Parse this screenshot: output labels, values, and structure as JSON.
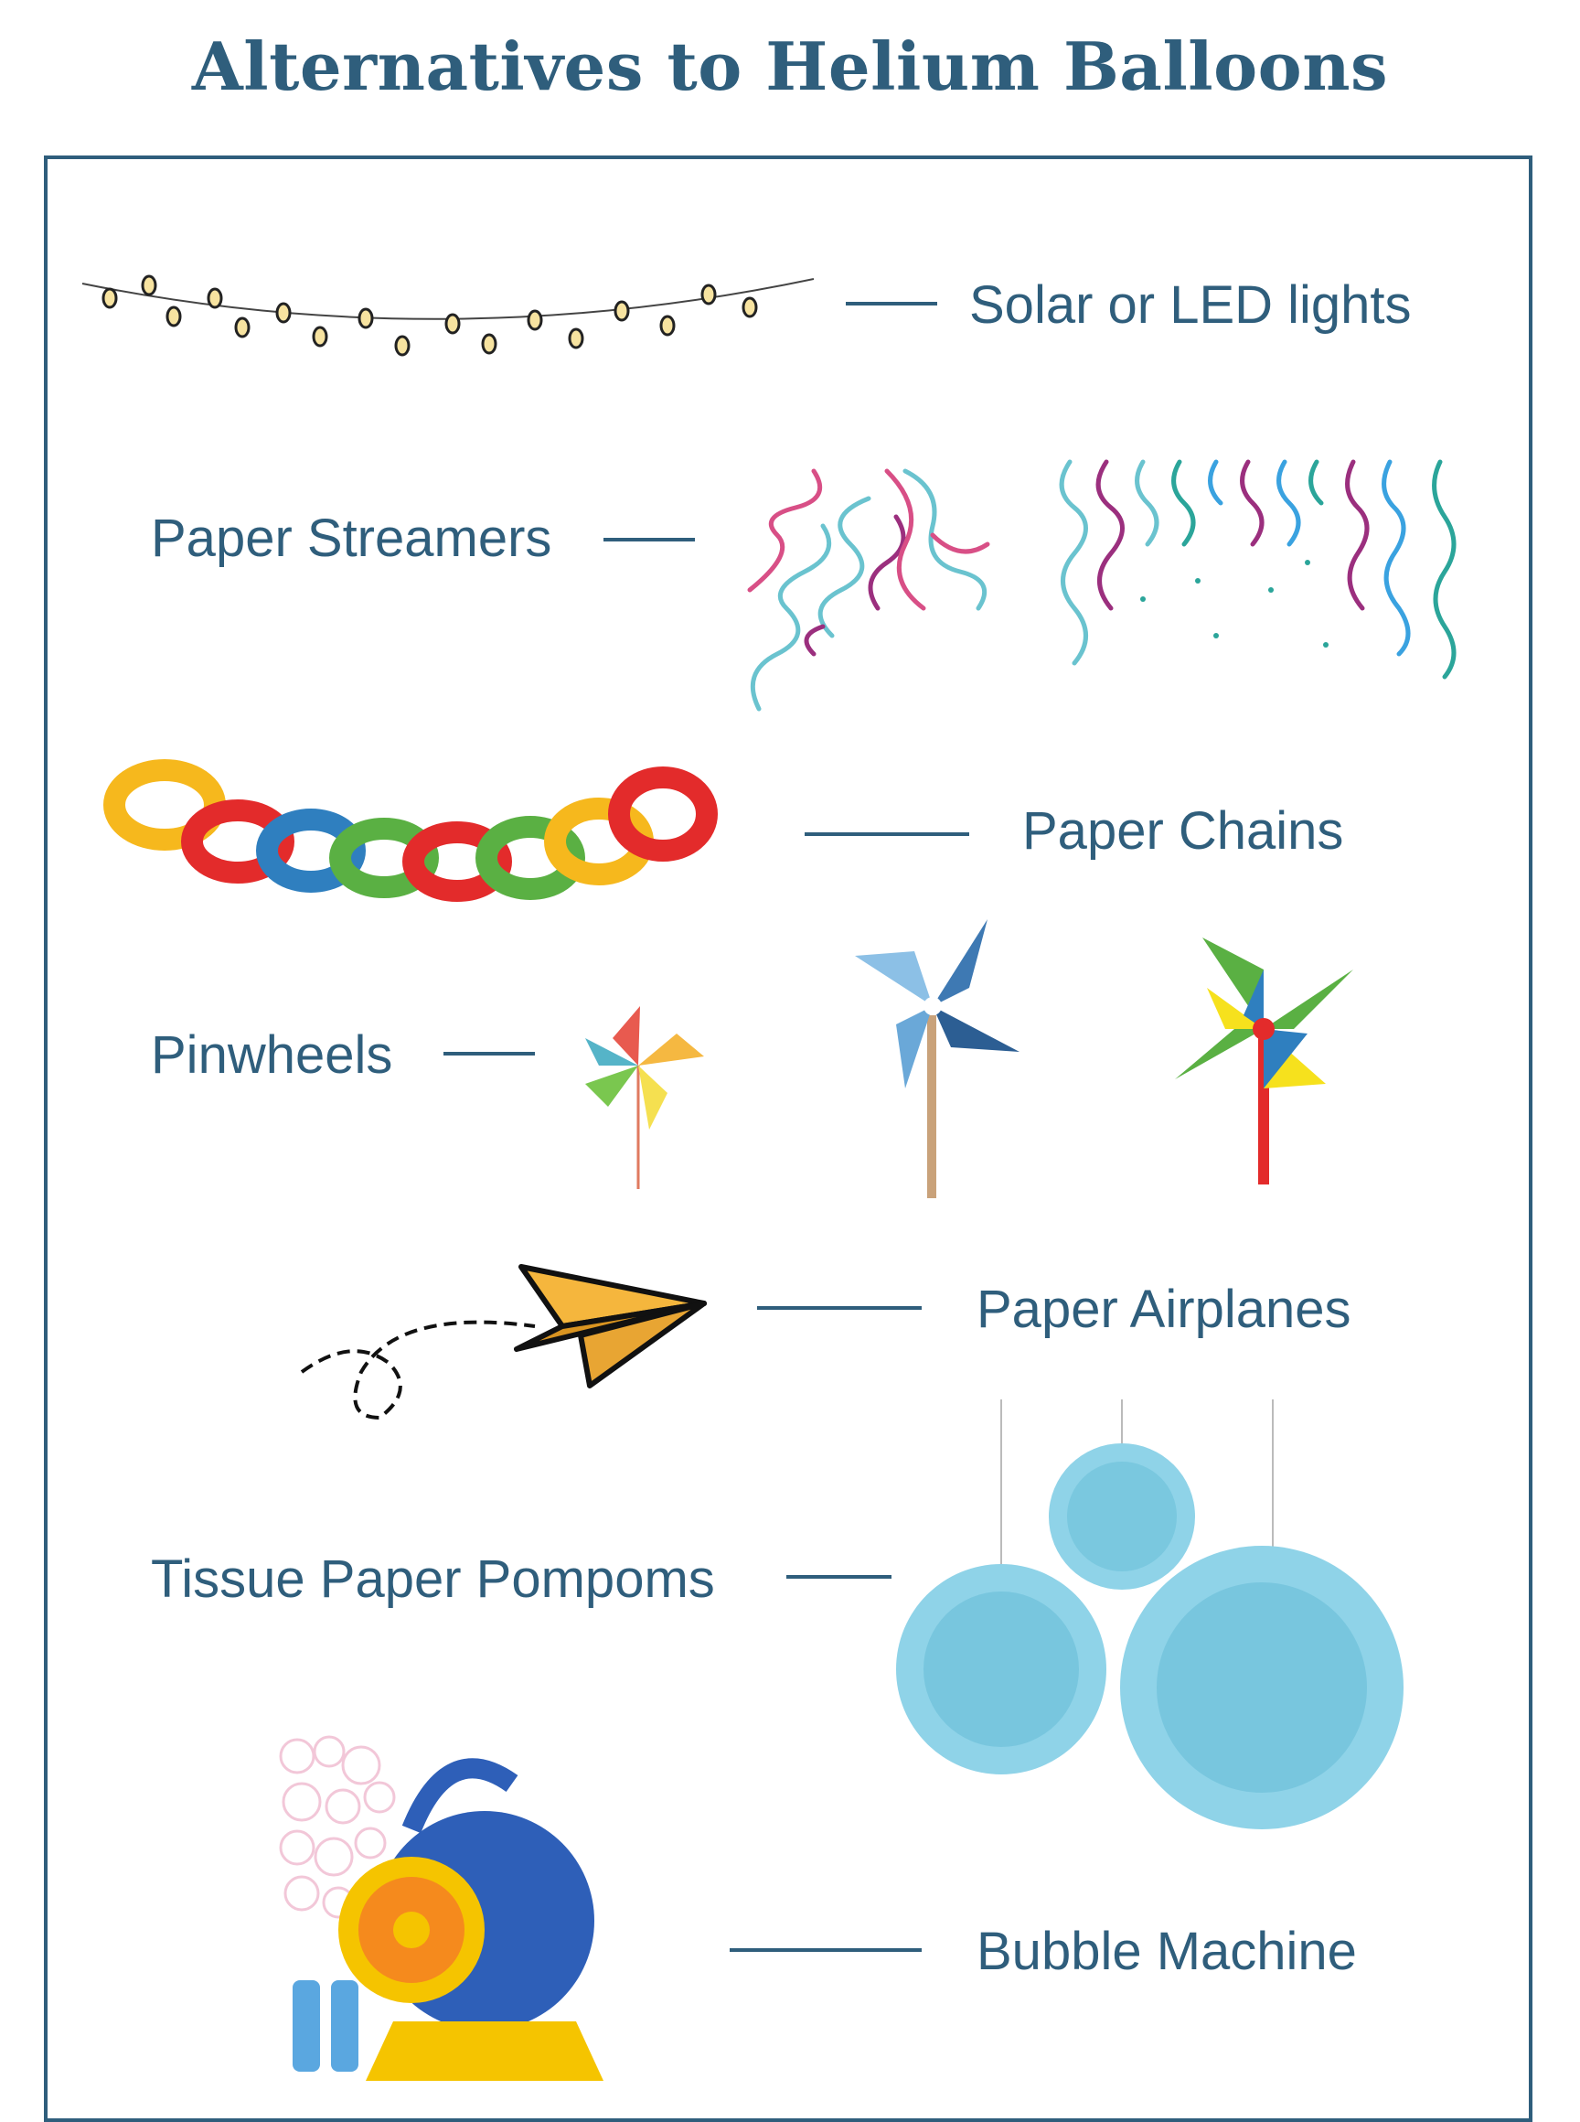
{
  "title": "Alternatives to Helium Balloons",
  "items": [
    {
      "label": "Solar or LED lights",
      "icon": "string-lights-icon"
    },
    {
      "label": "Paper Streamers",
      "icon": "streamers-icon"
    },
    {
      "label": "Paper Chains",
      "icon": "paper-chain-icon"
    },
    {
      "label": "Pinwheels",
      "icon": "pinwheel-icon"
    },
    {
      "label": "Paper Airplanes",
      "icon": "paper-airplane-icon"
    },
    {
      "label": "Tissue Paper Pompoms",
      "icon": "pompom-icon"
    },
    {
      "label": "Bubble Machine",
      "icon": "bubble-machine-icon"
    }
  ],
  "colors": {
    "primary": "#2f5e7c",
    "pompom": "#7fcbe0",
    "chain": [
      "#f6b81d",
      "#e32b2b",
      "#2f7fbf",
      "#5ab043"
    ]
  }
}
